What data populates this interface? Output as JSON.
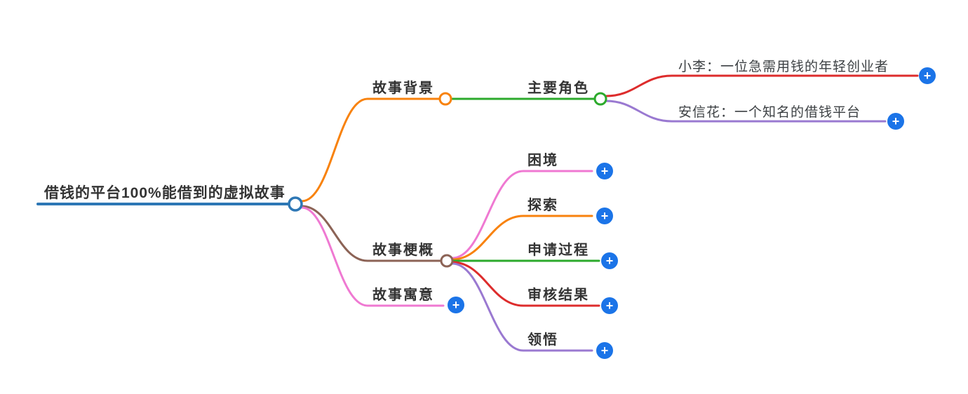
{
  "ui": {
    "background": "#ffffff",
    "add_symbol": "+",
    "add_button_color": "#1b74e8",
    "topic_text_color": "#333333",
    "leaf_text_color": "#3c4043"
  },
  "mindmap": {
    "root": {
      "label": "借钱的平台100%能借到的虚拟故事",
      "color": "#2d77b5",
      "children": [
        {
          "label": "故事背景",
          "color": "#f8820d",
          "children": [
            {
              "label": "主要角色",
              "color": "#2caa2c",
              "children": [
                {
                  "label": "小李：一位急需用钱的年轻创业者",
                  "color": "#dd2c2c"
                },
                {
                  "label": "安信花：一个知名的借钱平台",
                  "color": "#9a79d1"
                }
              ]
            }
          ]
        },
        {
          "label": "故事梗概",
          "color": "#8c6356",
          "children": [
            {
              "label": "困境",
              "color": "#ef79d2"
            },
            {
              "label": "探索",
              "color": "#f8820d"
            },
            {
              "label": "申请过程",
              "color": "#2caa2c"
            },
            {
              "label": "审核结果",
              "color": "#dd2c2c"
            },
            {
              "label": "领悟",
              "color": "#9a79d1"
            }
          ]
        },
        {
          "label": "故事寓意",
          "color": "#ef79d2"
        }
      ]
    }
  }
}
